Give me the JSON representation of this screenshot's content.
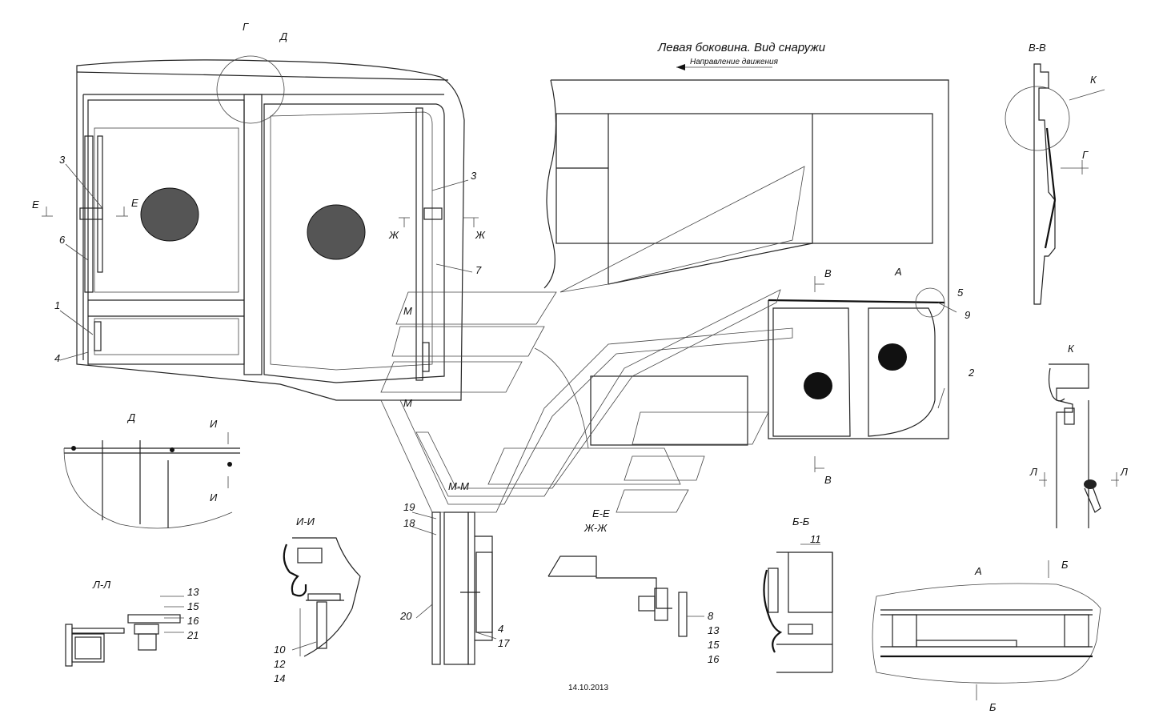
{
  "title": "Левая боковина. Вид снаружи",
  "direction_label": "Направление движения",
  "date": "14.10.2013",
  "views": {
    "view_G": "Г",
    "view_D": "Д",
    "section_VV": "В-В",
    "section_K": "К",
    "section_D": "Д",
    "section_II": "И-И",
    "section_LL": "Л-Л",
    "section_MM": "М-М",
    "section_EE": "Е-Е",
    "section_ZhZh": "Ж-Ж",
    "section_BB": "Б-Б",
    "view_A": "А"
  },
  "section_marks": {
    "E": "Е",
    "Zh": "Ж",
    "M": "М",
    "V": "В",
    "I": "И",
    "L": "Л",
    "B": "Б",
    "G": "Г",
    "K": "К",
    "A": "А"
  },
  "callouts": {
    "c1": "1",
    "c2": "2",
    "c3": "3",
    "c4": "4",
    "c5": "5",
    "c6": "6",
    "c7": "7",
    "c8": "8",
    "c9": "9",
    "c10": "10",
    "c11": "11",
    "c12": "12",
    "c13": "13",
    "c14": "14",
    "c15": "15",
    "c16": "16",
    "c17": "17",
    "c18": "18",
    "c19": "19",
    "c20": "20",
    "c21": "21"
  }
}
